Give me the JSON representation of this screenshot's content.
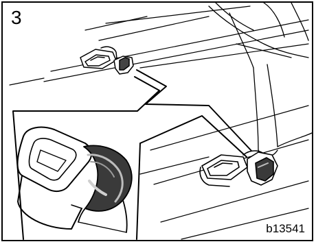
{
  "figure": {
    "step_number": "3",
    "figure_code": "b13541",
    "illustration": {
      "icon": "seat-belt-buckle-illustration",
      "colors": {
        "line": "#000000",
        "background": "#ffffff",
        "shade_dark": "#333333",
        "shade_light": "#bdbdbd"
      }
    }
  }
}
